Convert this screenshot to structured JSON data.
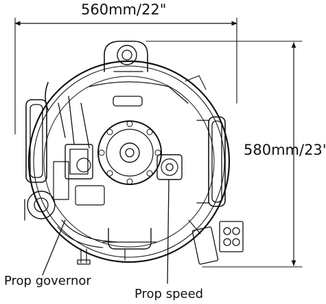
{
  "dimensions": {
    "width_label": "560mm/22\"",
    "height_label": "580mm/23\""
  },
  "callouts": {
    "prop_governor": "Prop governor",
    "prop_speed": "Prop speed"
  },
  "colors": {
    "line": "#111111",
    "background": "#ffffff"
  }
}
